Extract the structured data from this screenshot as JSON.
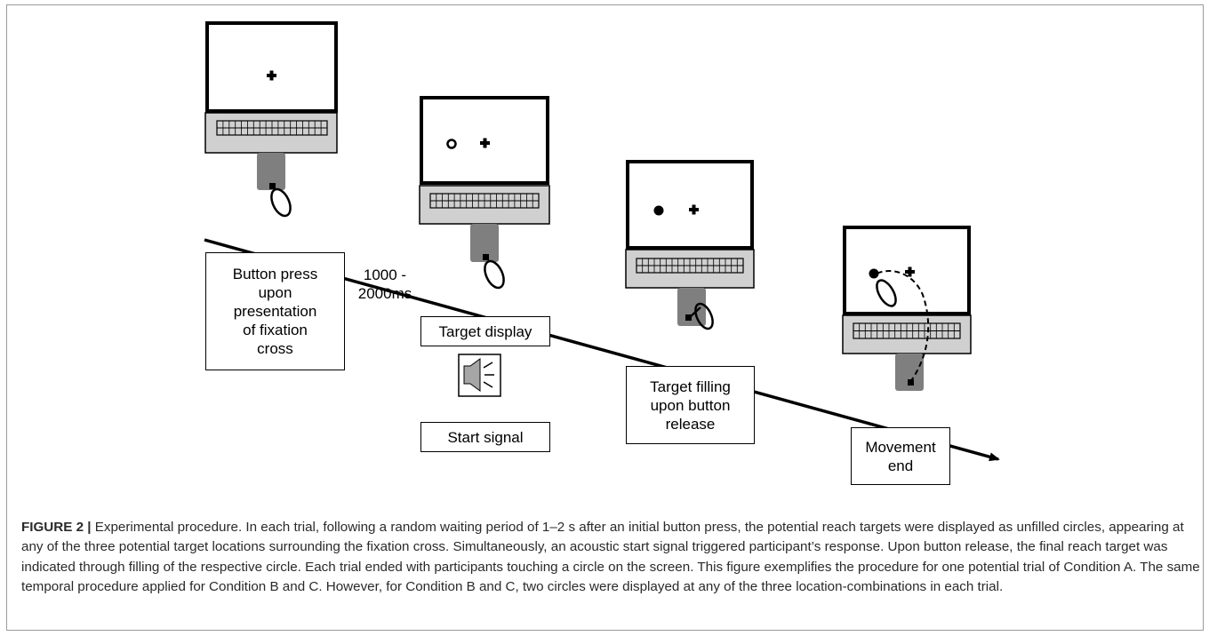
{
  "labels": {
    "button_press": "Button press\nupon\npresentation\nof fixation\ncross",
    "interval": "1000 -\n2000ms",
    "target_display": "Target display",
    "start_signal": "Start signal",
    "target_filling": "Target filling\nupon button\nrelease",
    "movement_end": "Movement\nend"
  },
  "icons": {
    "speaker": "speaker-icon"
  },
  "caption": {
    "label": "FIGURE 2 |",
    "text": " Experimental procedure. In each trial, following a random waiting period of 1–2 s after an initial button press, the potential reach targets were displayed as unfilled circles, appearing at any of the three potential target locations surrounding the fixation cross. Simultaneously, an acoustic start signal triggered participant’s response. Upon button release, the final reach target was indicated through filling of the respective circle. Each trial ended with participants touching a circle on the screen. This figure exemplifies the procedure for one potential trial of Condition A. The same temporal procedure applied for Condition B and C. However, for Condition B and C, two circles were displayed at any of the three location-combinations in each trial."
  },
  "colors": {
    "keyboard_fill": "#d0d0d0",
    "button_base": "#7f7f7f",
    "caption_text": "#2a2a2a"
  }
}
